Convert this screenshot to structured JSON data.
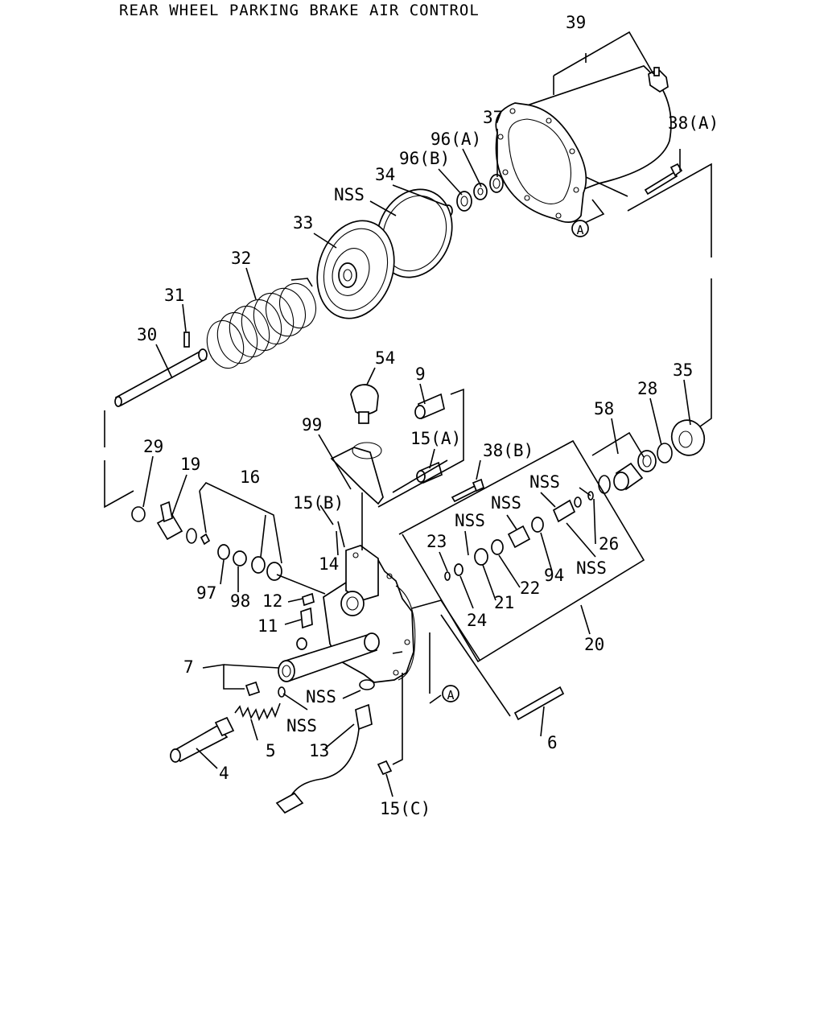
{
  "title": "REAR WHEEL PARKING BRAKE AIR CONTROL",
  "callouts": [
    {
      "id": "39",
      "text": "39"
    },
    {
      "id": "38a",
      "text": "38(A)"
    },
    {
      "id": "37",
      "text": "37"
    },
    {
      "id": "96a",
      "text": "96(A)"
    },
    {
      "id": "96b",
      "text": "96(B)"
    },
    {
      "id": "34",
      "text": "34"
    },
    {
      "id": "nss-1",
      "text": "NSS"
    },
    {
      "id": "33",
      "text": "33"
    },
    {
      "id": "32",
      "text": "32"
    },
    {
      "id": "31",
      "text": "31"
    },
    {
      "id": "30",
      "text": "30"
    },
    {
      "id": "54",
      "text": "54"
    },
    {
      "id": "9",
      "text": "9"
    },
    {
      "id": "99",
      "text": "99"
    },
    {
      "id": "15a",
      "text": "15(A)"
    },
    {
      "id": "38b",
      "text": "38(B)"
    },
    {
      "id": "35",
      "text": "35"
    },
    {
      "id": "28",
      "text": "28"
    },
    {
      "id": "58",
      "text": "58"
    },
    {
      "id": "29",
      "text": "29"
    },
    {
      "id": "19",
      "text": "19"
    },
    {
      "id": "16",
      "text": "16"
    },
    {
      "id": "15b",
      "text": "15(B)"
    },
    {
      "id": "nss-2",
      "text": "NSS"
    },
    {
      "id": "nss-3",
      "text": "NSS"
    },
    {
      "id": "nss-4",
      "text": "NSS"
    },
    {
      "id": "26",
      "text": "26"
    },
    {
      "id": "23",
      "text": "23"
    },
    {
      "id": "14",
      "text": "14"
    },
    {
      "id": "97",
      "text": "97"
    },
    {
      "id": "98",
      "text": "98"
    },
    {
      "id": "12",
      "text": "12"
    },
    {
      "id": "94",
      "text": "94"
    },
    {
      "id": "nss-5",
      "text": "NSS"
    },
    {
      "id": "22",
      "text": "22"
    },
    {
      "id": "21",
      "text": "21"
    },
    {
      "id": "24",
      "text": "24"
    },
    {
      "id": "11",
      "text": "11"
    },
    {
      "id": "20",
      "text": "20"
    },
    {
      "id": "7",
      "text": "7"
    },
    {
      "id": "nss-6",
      "text": "NSS"
    },
    {
      "id": "nss-7",
      "text": "NSS"
    },
    {
      "id": "5",
      "text": "5"
    },
    {
      "id": "13",
      "text": "13"
    },
    {
      "id": "6",
      "text": "6"
    },
    {
      "id": "4",
      "text": "4"
    },
    {
      "id": "15c",
      "text": "15(C)"
    }
  ],
  "ref_marks": [
    {
      "id": "a-top",
      "text": "A"
    },
    {
      "id": "a-bottom",
      "text": "A"
    }
  ]
}
